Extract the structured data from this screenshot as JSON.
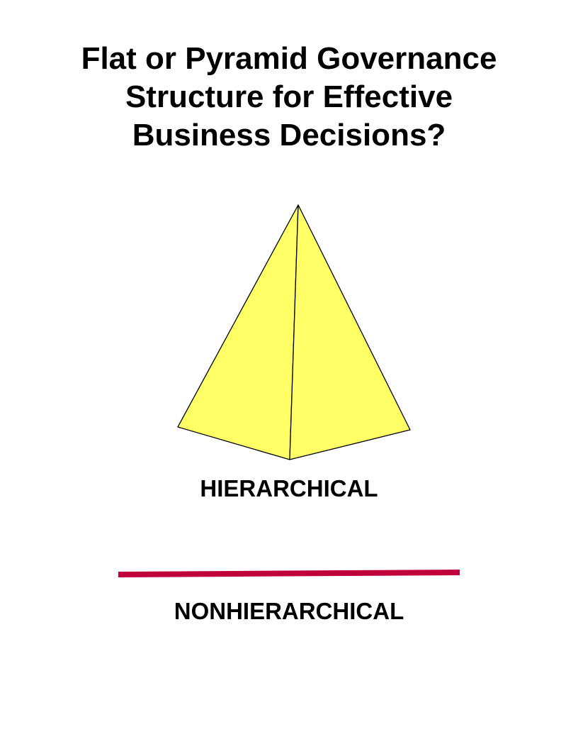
{
  "title": {
    "lines": [
      "Flat or Pyramid Governance",
      "Structure for Effective",
      "Business Decisions?"
    ]
  },
  "labels": {
    "hierarchical": "HIERARCHICAL",
    "nonhierarchical": "NONHIERARCHICAL"
  },
  "colors": {
    "pyramid_fill": "#FFFF66",
    "line": "#C0003C"
  }
}
